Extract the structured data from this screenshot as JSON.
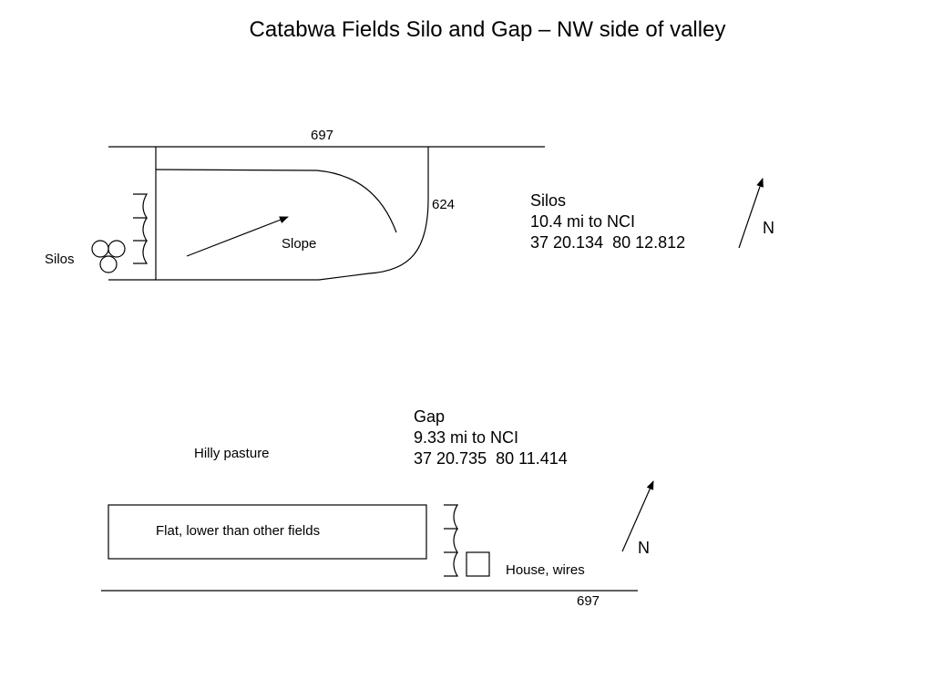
{
  "title": "Catabwa Fields Silo and Gap – NW side of valley",
  "silos_map": {
    "road_top_label": "697",
    "road_side_label": "624",
    "slope_label": "Slope",
    "silos_label": "Silos",
    "north_label": "N",
    "info": {
      "name": "Silos",
      "distance": "10.4 mi to NCI",
      "coords": "37 20.134  80 12.812"
    }
  },
  "gap_map": {
    "pasture_label": "Hilly pasture",
    "field_label": "Flat, lower than other fields",
    "house_label": "House, wires",
    "road_label": "697",
    "north_label": "N",
    "info": {
      "name": "Gap",
      "distance": "9.33 mi to NCI",
      "coords": "37 20.735  80 11.414"
    }
  }
}
